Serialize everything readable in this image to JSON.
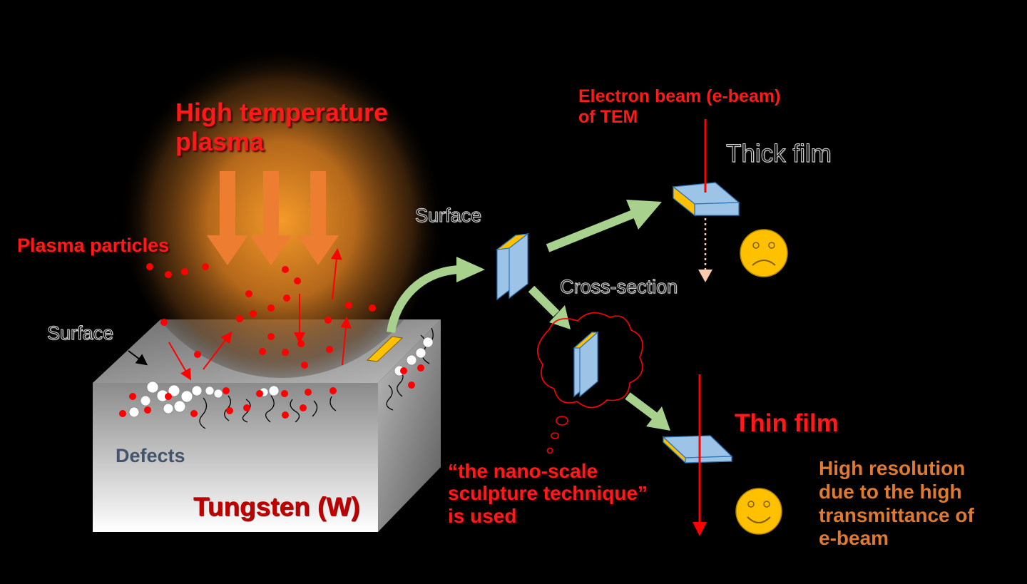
{
  "labels": {
    "high_temp_line1": "High temperature",
    "high_temp_line2": "plasma",
    "plasma_particles": "Plasma particles",
    "surface_left": "Surface",
    "surface_mid": "Surface",
    "defects": "Defects",
    "tungsten": "Tungsten (W)",
    "ebeam_line1": "Electron beam (e-beam)",
    "ebeam_line2": "of TEM",
    "thick_film": "Thick film",
    "cross_section": "Cross-section",
    "thin_film": "Thin film",
    "nano_line1": "“the nano-scale",
    "nano_line2": "sculpture technique”",
    "nano_line3": "is used",
    "hires_line1": "High resolution",
    "hires_line2": "due to the high",
    "hires_line3": "transmittance of",
    "hires_line4": "e-beam"
  },
  "colors": {
    "red_text": "#ff1a1a",
    "orange_text": "#e07a2e",
    "particle": "#ff0000",
    "arrow_green": "#a9d18e",
    "plasma_arrow": "#ed7d31",
    "sample_blue": "#9dc3e6",
    "sample_edge": "#ffc000",
    "smiley": "#ffc000"
  },
  "icons": {
    "sad_face": "sad-face-icon",
    "happy_face": "happy-face-icon"
  }
}
